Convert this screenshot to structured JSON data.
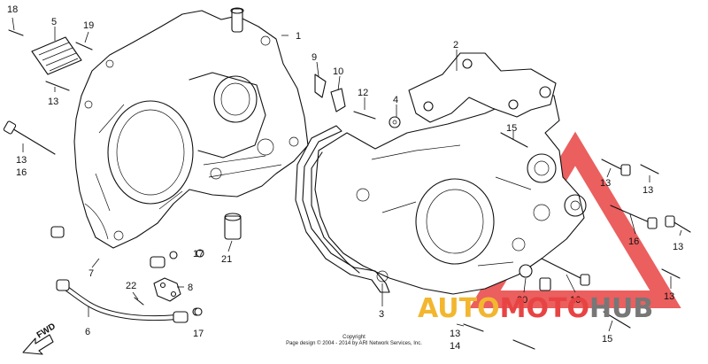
{
  "diagram": {
    "part_labels": [
      {
        "id": "p1",
        "text": "1"
      },
      {
        "id": "p2",
        "text": "2"
      },
      {
        "id": "p3",
        "text": "3"
      },
      {
        "id": "p4",
        "text": "4"
      },
      {
        "id": "p5",
        "text": "5"
      },
      {
        "id": "p6",
        "text": "6"
      },
      {
        "id": "p7",
        "text": "7"
      },
      {
        "id": "p8",
        "text": "8"
      },
      {
        "id": "p9",
        "text": "9"
      },
      {
        "id": "p10",
        "text": "10"
      },
      {
        "id": "p12",
        "text": "12"
      },
      {
        "id": "p13a",
        "text": "13"
      },
      {
        "id": "p13b",
        "text": "13"
      },
      {
        "id": "p13c",
        "text": "13"
      },
      {
        "id": "p13d",
        "text": "13"
      },
      {
        "id": "p13e",
        "text": "13"
      },
      {
        "id": "p13f",
        "text": "13"
      },
      {
        "id": "p13g",
        "text": "13"
      },
      {
        "id": "p14",
        "text": "14"
      },
      {
        "id": "p15a",
        "text": "15"
      },
      {
        "id": "p15b",
        "text": "15"
      },
      {
        "id": "p16a",
        "text": "16"
      },
      {
        "id": "p16b",
        "text": "16"
      },
      {
        "id": "p16c",
        "text": "16"
      },
      {
        "id": "p17a",
        "text": "17"
      },
      {
        "id": "p17b",
        "text": "17"
      },
      {
        "id": "p18",
        "text": "18"
      },
      {
        "id": "p19",
        "text": "19"
      },
      {
        "id": "p20",
        "text": "20"
      },
      {
        "id": "p21",
        "text": "21"
      },
      {
        "id": "p22",
        "text": "22"
      }
    ],
    "fwd_label": "FWD",
    "copyright_line1": "Copyright",
    "copyright_line2": "Page design © 2004 - 2014 by ARI Network Services, Inc."
  },
  "watermark": {
    "word_part1": "AUTO",
    "word_part2": "MOTO",
    "word_part3": "HUB",
    "color_red": "#e84343",
    "color_yellow": "#f2b62f",
    "color_gray": "#777777"
  }
}
